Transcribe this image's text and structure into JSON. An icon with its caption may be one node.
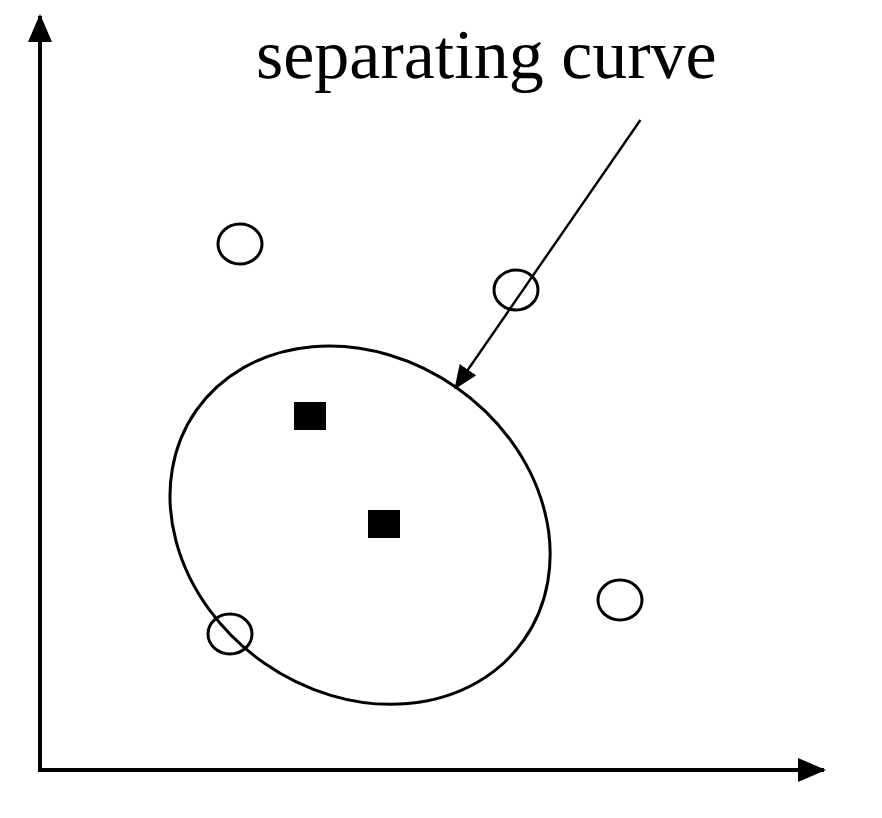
{
  "diagram": {
    "nodes": [
      {
        "text": [
          "separating curve"
        ]
      },
      {
        "text": [],
        "shape": "ellipse"
      }
    ],
    "edges": [
      {
        "from": 0,
        "to": 1,
        "arrow": "to"
      }
    ]
  }
}
